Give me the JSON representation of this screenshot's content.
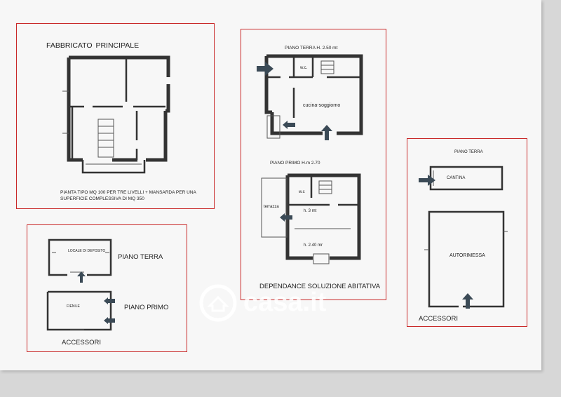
{
  "main_building": {
    "title": "FABBRICATO  PRINCIPALE",
    "caption_line1": "PIANTA TIPO  MQ 100  PER TRE LIVELLI  + MANSARDA PER UNA",
    "caption_line2": "SUPERFICIE COMPLESSIVA DI MQ 350"
  },
  "dependance": {
    "ground_floor_title": "PIANO TERRA   H. 2.50 mt",
    "wc_label": "w.c.",
    "kitchen_label": "cucina-soggiorno",
    "first_floor_title": "PIANO PRIMO  H.m 2.70",
    "wc2_label": "w.c",
    "terrace_label": "terrazza",
    "height1_label": "h. 3 mt",
    "height2_label": "h. 2.40 mr",
    "footer": "DEPENDANCE SOLUZIONE ABITATIVA"
  },
  "accessori_left": {
    "deposit_label": "LOCALE DI DEPOSITO",
    "ground_floor": "PIANO TERRA",
    "fienile_label": "FIENILE",
    "first_floor": "PIANO PRIMO",
    "footer": "ACCESSORI"
  },
  "accessori_right": {
    "ground_floor": "PIANO TERRA",
    "cantina_label": "CANTINA",
    "garage_label": "AUTORIMESSA",
    "footer": "ACCESSORI"
  },
  "watermark": {
    "text": "casa.it",
    "icon": "house-logo-icon"
  },
  "colors": {
    "frame": "#c92a2a",
    "arrow": "#3b4a56",
    "wall": "#333333"
  }
}
